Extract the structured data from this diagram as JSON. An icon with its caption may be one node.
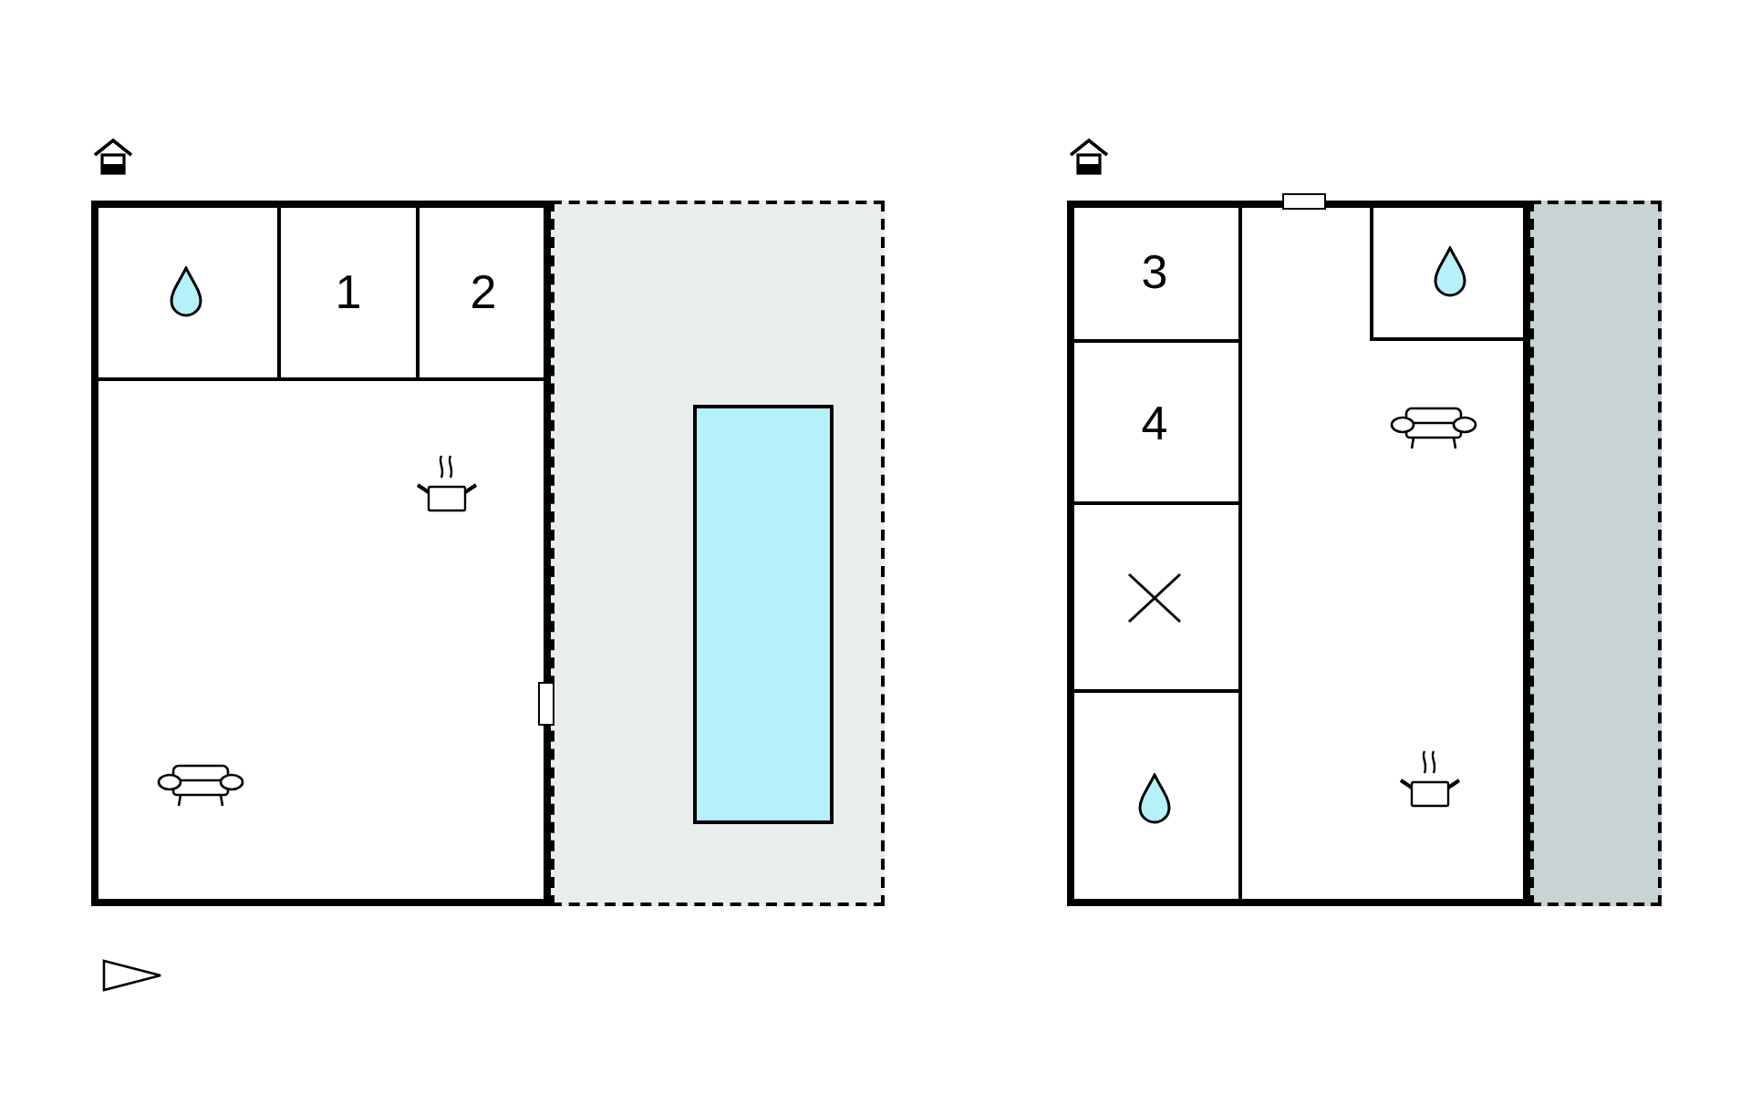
{
  "diagram": {
    "nodes": [
      {
        "text": [],
        "shape": "box"
      },
      {
        "text": [],
        "shape": "box",
        "in": 0
      },
      {
        "text": [
          "1"
        ],
        "in": 0
      },
      {
        "text": [
          "2"
        ],
        "in": 0
      },
      {
        "text": [],
        "shape": "box"
      },
      {
        "text": [],
        "shape": "box",
        "in": 4
      },
      {
        "text": [],
        "shape": "box"
      },
      {
        "text": [
          "3"
        ],
        "in": 6
      },
      {
        "text": [],
        "shape": "box",
        "in": 6
      },
      {
        "text": [
          "4"
        ],
        "in": 6
      },
      {
        "text": [],
        "shape": "box",
        "in": 6
      },
      {
        "text": [],
        "shape": "box",
        "in": 6
      },
      {
        "text": [],
        "shape": "box"
      }
    ]
  }
}
